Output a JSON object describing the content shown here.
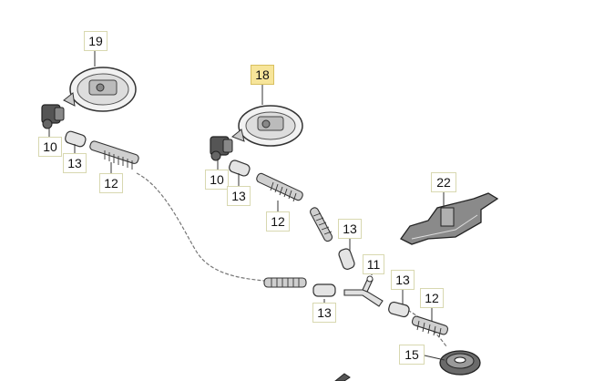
{
  "diagram": {
    "highlight_color": "#f7e59a",
    "line_color": "#333333",
    "callouts": {
      "c19": "19",
      "c18": "18",
      "c10a": "10",
      "c13a": "13",
      "c12a": "12",
      "c10b": "10",
      "c13b": "13",
      "c12b": "12",
      "c13c": "13",
      "c11": "11",
      "c13d": "13",
      "c12c": "12",
      "c13e": "13",
      "c22": "22",
      "c15": "15"
    },
    "highlighted": "c18"
  }
}
